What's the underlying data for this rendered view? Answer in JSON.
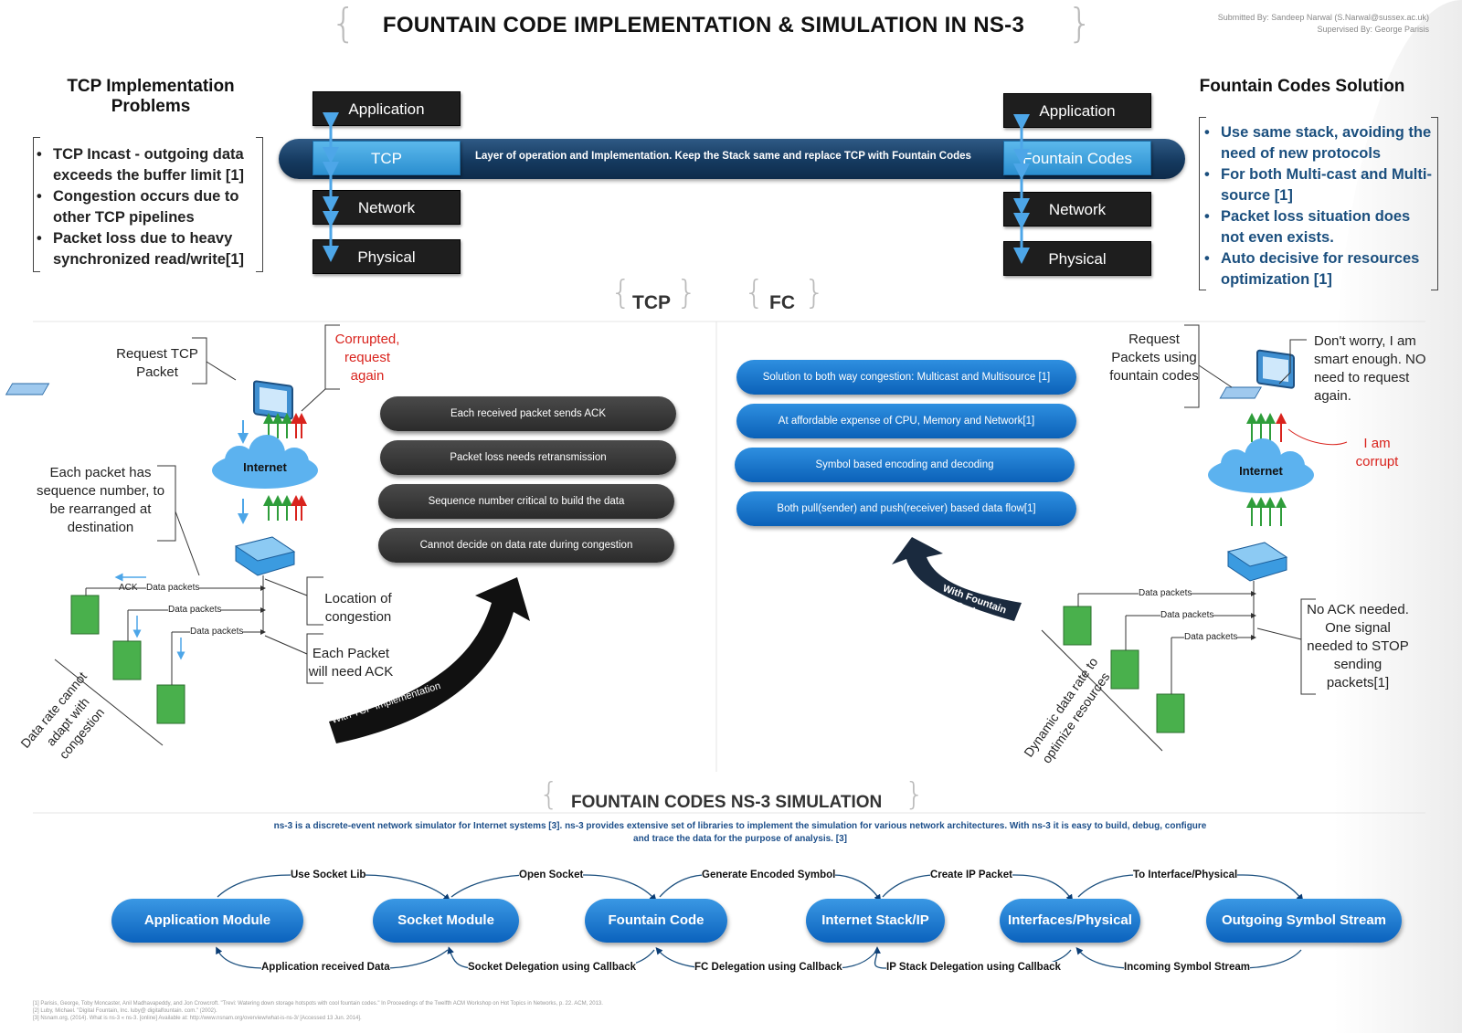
{
  "header": {
    "title": "FOUNTAIN CODE IMPLEMENTATION & SIMULATION IN NS-3",
    "submitted": "Submitted By: Sandeep Narwal (S.Narwal@sussex.ac.uk)",
    "supervised": "Supervised By: George Parisis"
  },
  "tcp_problems": {
    "title": "TCP Implementation Problems",
    "items": [
      "TCP Incast - outgoing data exceeds the buffer limit [1]",
      "Congestion occurs due to other TCP pipelines",
      "Packet loss due to heavy synchronized read/write[1]"
    ]
  },
  "fc_solution": {
    "title": "Fountain Codes Solution",
    "items": [
      "Use same stack, avoiding the need of new protocols",
      "For both Multi-cast and Multi-source [1]",
      "Packet loss situation does not even exists.",
      "Auto decisive for resources optimization [1]"
    ]
  },
  "stack_left": [
    "Application",
    "TCP",
    "Network",
    "Physical"
  ],
  "stack_right": [
    "Application",
    "Fountain Codes",
    "Network",
    "Physical"
  ],
  "pipe_text": "Layer of operation and Implementation. Keep the Stack same and replace TCP with Fountain Codes",
  "sections": {
    "tcp": "TCP",
    "fc": "FC"
  },
  "tcp_diagram": {
    "request": "Request TCP Packet",
    "corrupted": "Corrupted, request again",
    "internet": "Internet",
    "sequence": "Each packet has sequence number, to be rearranged at destination",
    "location": "Location of congestion",
    "each_ack": "Each Packet will need ACK",
    "data_rate": "Data rate cannot adapt with congestion",
    "ack": "ACK",
    "data_packets": "Data packets",
    "arrow": "With TCP Implementation",
    "pills": [
      "Each received packet sends ACK",
      "Packet loss needs retransmission",
      "Sequence number critical to build the data",
      "Cannot decide on data rate during congestion"
    ]
  },
  "fc_diagram": {
    "request": "Request Packets using fountain codes",
    "dont_worry": "Don't worry, I am smart enough. NO need to request again.",
    "corrupt": "I am corrupt",
    "internet": "Internet",
    "no_ack": "No ACK needed. One signal needed to STOP sending packets[1]",
    "dynamic": "Dynamic data rate to optimize resources",
    "data_packets": "Data packets",
    "arrow": "With Fountain Codes",
    "pills": [
      "Solution to both way congestion: Multicast and Multisource [1]",
      "At affordable expense of CPU, Memory and Network[1]",
      "Symbol based encoding and decoding",
      "Both pull(sender) and push(receiver) based data flow[1]"
    ]
  },
  "simulation": {
    "title": "FOUNTAIN CODES NS-3 SIMULATION",
    "desc": "ns-3 is a discrete-event network simulator for Internet systems [3]. ns-3 provides extensive set of libraries to implement the simulation for various network architectures. With ns-3 it is easy to build, debug, configure and trace the data for the purpose of analysis. [3]",
    "modules": [
      "Application Module",
      "Socket Module",
      "Fountain Code",
      "Internet Stack/IP",
      "Interfaces/Physical",
      "Outgoing Symbol Stream"
    ],
    "top_labels": [
      "Use Socket Lib",
      "Open Socket",
      "Generate Encoded Symbol",
      "Create IP Packet",
      "To Interface/Physical"
    ],
    "bottom_labels": [
      "Application received Data",
      "Socket Delegation using Callback",
      "FC Delegation using Callback",
      "IP Stack Delegation using Callback",
      "Incoming Symbol Stream"
    ]
  },
  "references": [
    "[1] Parisis, George, Toby Moncaster, Anil Madhavapeddy, and Jon Crowcroft. \"Trevi: Watering down storage hotspots with cool fountain codes.\" In Proceedings of the Twelfth ACM Workshop on Hot Topics in Networks, p. 22. ACM, 2013.",
    "[2] Luby, Michael. \"Digital Fountain, Inc. luby@ digitalfountain. com.\" (2002).",
    "[3] Nsnam.org, (2014). What is ns-3 « ns-3. [online] Available at: http://www.nsnam.org/overview/what-is-ns-3/ [Accessed 13 Jun. 2014]."
  ],
  "colors": {
    "accent_blue": "#0b62bd",
    "dark": "#1e1e1e",
    "red": "#d9231d",
    "green": "#2e9d3a"
  }
}
